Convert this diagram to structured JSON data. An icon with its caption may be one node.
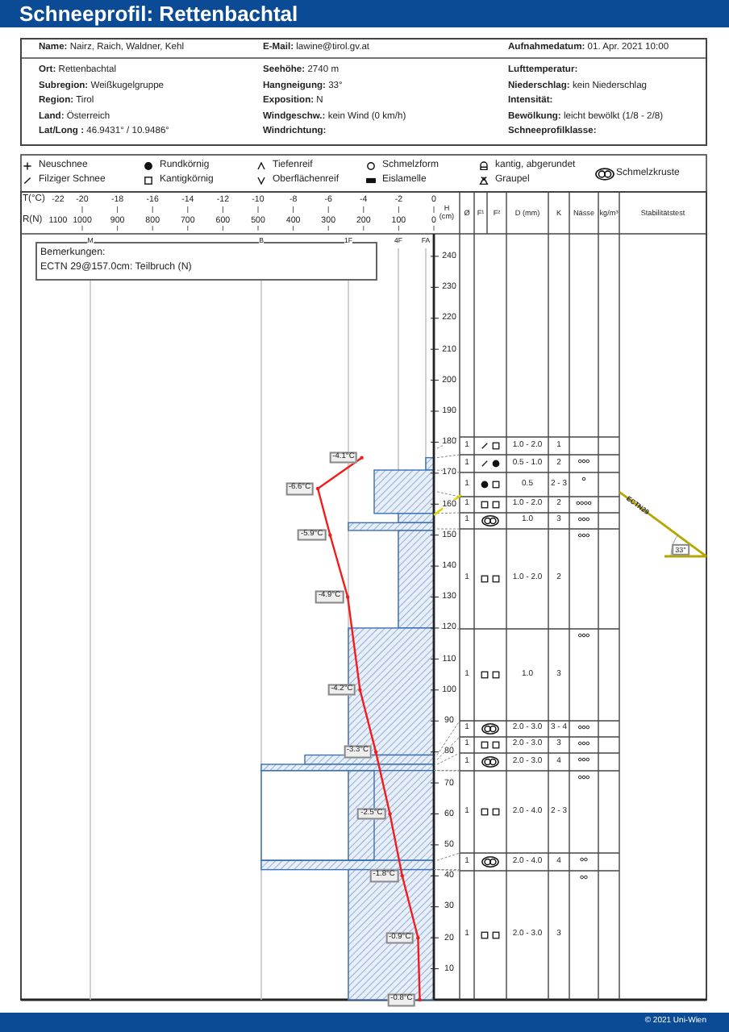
{
  "diagram": {
    "title": "Schneeprofil: Rettenbachtal",
    "nodes": [
      {
        "text": [
          "Bemerkungen:",
          "ECTN 29@157.0cm: Teilbruch (N)"
        ]
      }
    ],
    "labels": [
      "**Name:** Nairz, Raich, Waldner, Kehl",
      "**E-Mail:** lawine@tirol.gv.at",
      "**Aufnahmedatum:** 01. Apr. 2021 10:00",
      "**Ort:** Rettenbachtal",
      "**Seehöhe:** 2740 m",
      "Lufttemperatur:",
      "**Subregion:** Weißkugelgruppe",
      "**Hangneigung:** 33°",
      "**Niederschlag:** kein Niederschlag",
      "**Region:** Tirol",
      "**Exposition:** N",
      "Intensität:",
      "**Land:** Österreich",
      "**Windgeschw.:** kein Wind (0 km/h)",
      "**Bewölkung:** leicht bewölkt (1/8 - 2/8)",
      "**Lat/Long :** 46.9431° / 10.9486°",
      "Windrichtung:",
      "Schneeprofilklasse:",
      "T(°C)",
      "-22",
      "-20",
      "-18",
      "-16",
      "-14",
      "-12",
      "-10",
      "-8",
      "-6",
      "-4",
      "-2",
      "0",
      "R(N)",
      "1100",
      "1000",
      "900",
      "800",
      "700",
      "600",
      "500",
      "400",
      "300",
      "200",
      "100",
      "0",
      "M",
      "B",
      "1F",
      "4F",
      "FA",
      "H (cm)",
      "Ø",
      "F¹",
      "F²",
      "D (mm)",
      "K",
      "Nässe",
      "kg/m³",
      "Stabilitätstest",
      "240",
      "230",
      "220",
      "210",
      "200",
      "190",
      "180",
      "170",
      "160",
      "150",
      "140",
      "130",
      "120",
      "110",
      "100",
      "90",
      "80",
      "70",
      "60",
      "50",
      "40",
      "30",
      "20",
      "10",
      "-4.1°C",
      "-6.6°C",
      "-5.9°C",
      "-4.9°C",
      "-4.2°C",
      "-3.3°C",
      "-2.5°C",
      "-1.8°C",
      "-0.9°C",
      "-0.8°C",
      "1",
      "1.0 - 2.0",
      "1",
      "1",
      "0.5 - 1.0",
      "2",
      "1",
      "0.5",
      "2 - 3",
      "1",
      "1.0 - 2.0",
      "2",
      "1",
      "1.0",
      "3",
      "1",
      "1.0 - 2.0",
      "2",
      "1",
      "1.0",
      "3",
      "1",
      "2.0 - 3.0",
      "3 - 4",
      "1",
      "2.0 - 3.0",
      "3",
      "1",
      "2.0 - 3.0",
      "4",
      "1",
      "2.0 - 4.0",
      "2 - 3",
      "1",
      "2.0 - 4.0",
      "4",
      "1",
      "2.0 - 3.0",
      "3",
      "ECTN29",
      "33°",
      "© 2021 Uni-Wien"
    ],
    "legend": [
      {
        "text": "Neuschnee"
      },
      {
        "text": "Filziger Schnee"
      },
      {
        "text": "Rundkörnig"
      },
      {
        "text": "Kantigkörnig"
      },
      {
        "text": "Tiefenreif"
      },
      {
        "text": "Oberflächenreif"
      },
      {
        "text": "Schmelzform"
      },
      {
        "text": "Eislamelle"
      },
      {
        "text": "kantig, abgerundet"
      },
      {
        "text": "Graupel"
      },
      {
        "text": "Schmelzkruste"
      }
    ]
  }
}
